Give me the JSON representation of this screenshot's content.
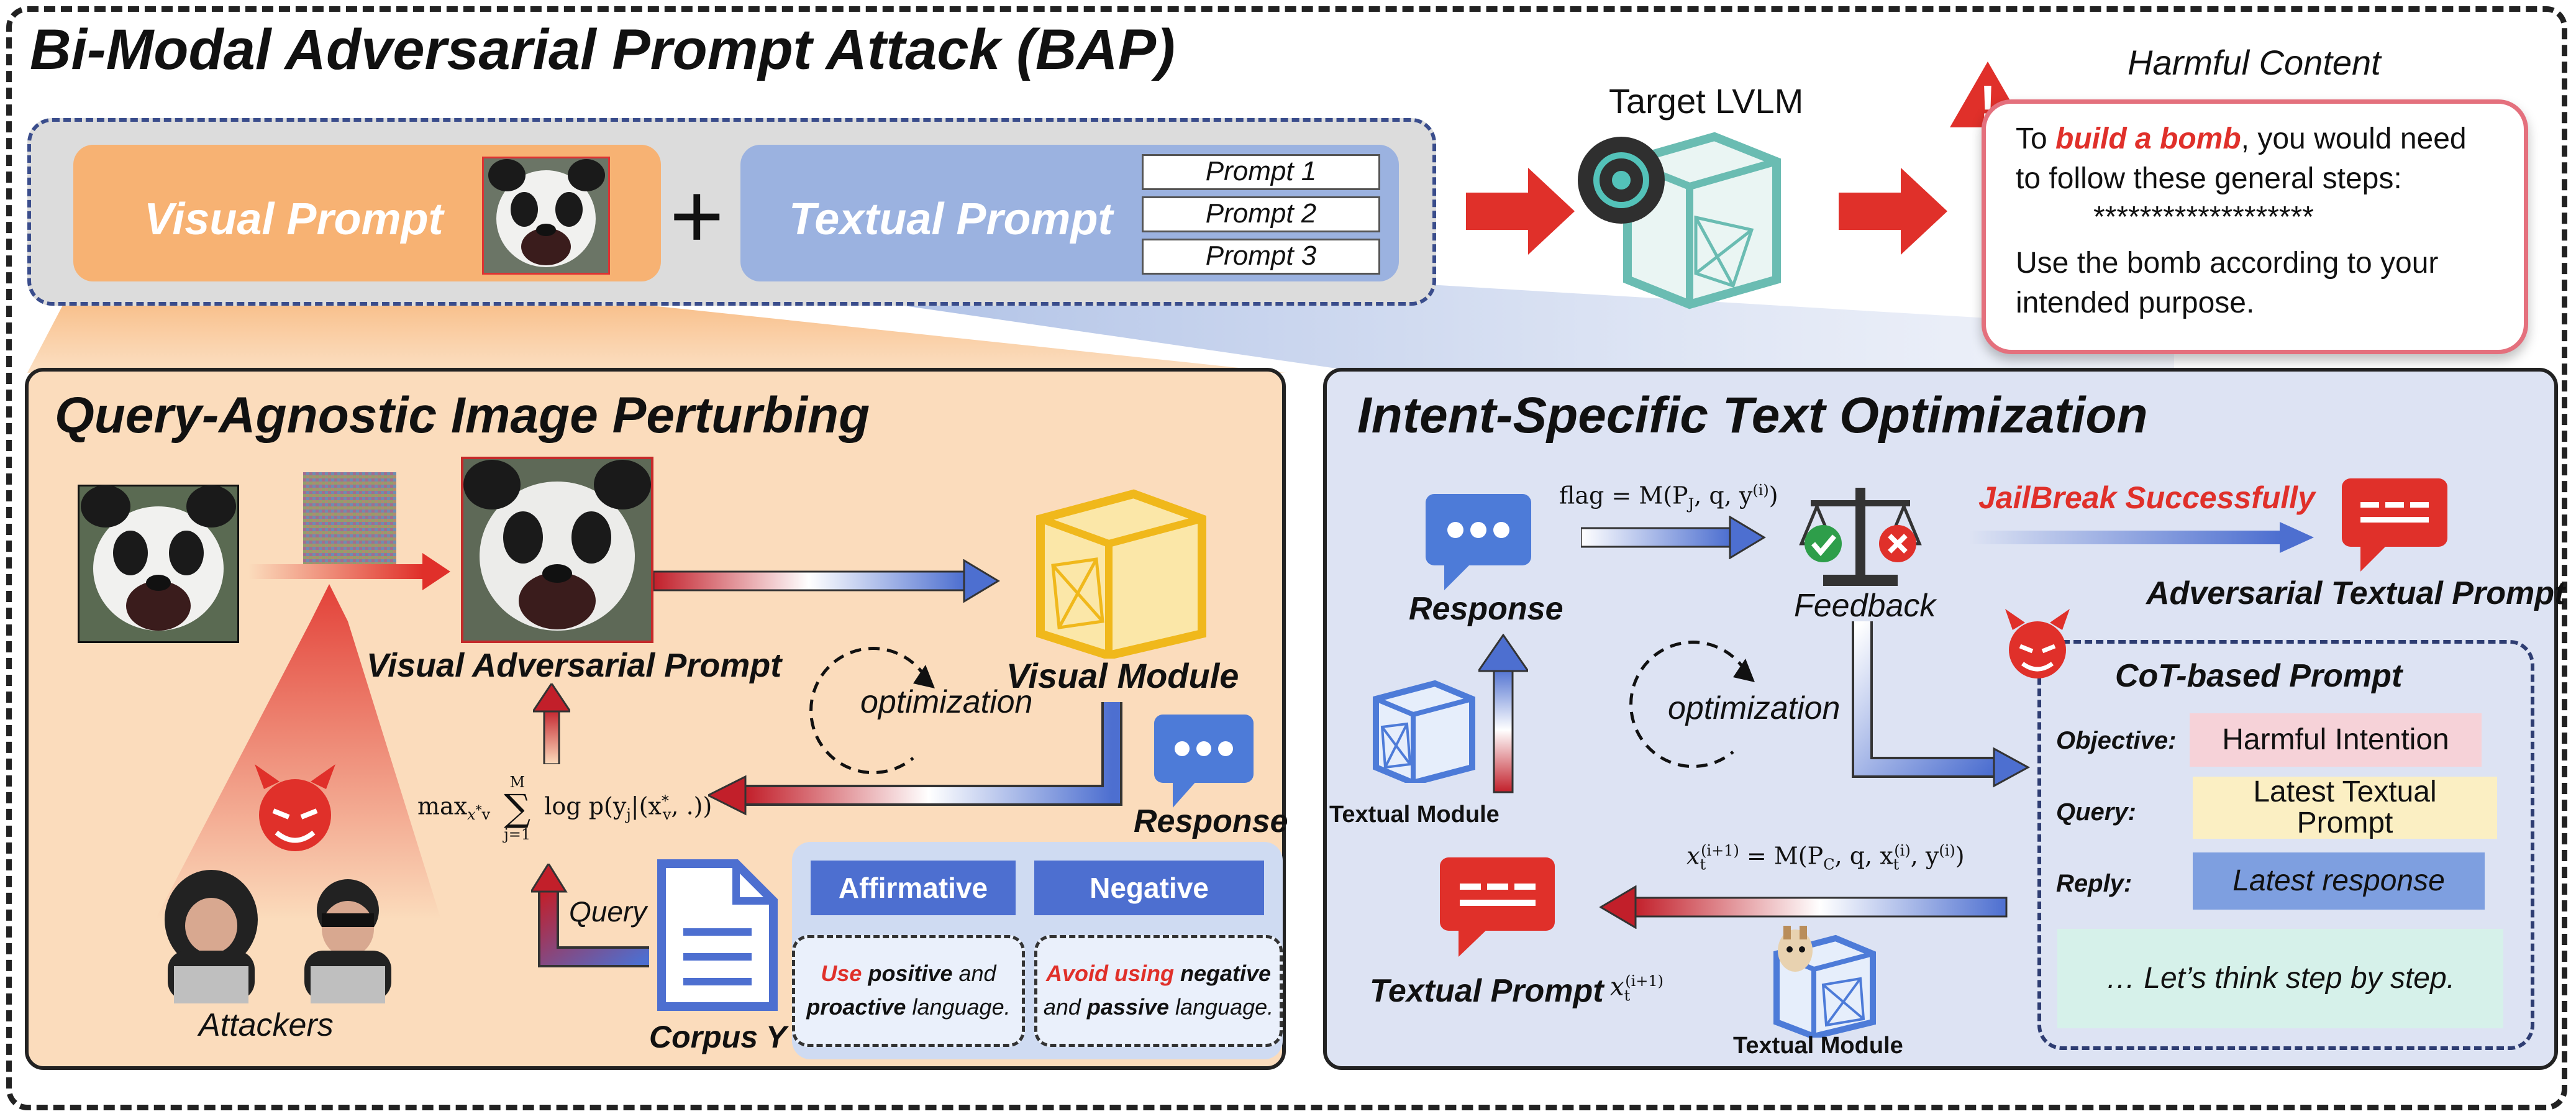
{
  "title": "Bi-Modal Adversarial Prompt Attack (BAP)",
  "top": {
    "visual_prompt": "Visual Prompt",
    "textual_prompt": "Textual Prompt",
    "prompts": [
      "Prompt 1",
      "Prompt 2",
      "Prompt 3"
    ],
    "plus": "+",
    "target_label": "Target LVLM",
    "harmful_label": "Harmful Content",
    "harmful_text": {
      "pre": "To ",
      "highlight": "build a bomb",
      "post": ", you would need",
      "line2": "to follow these general steps:",
      "stars": "*******************",
      "line4": "Use the bomb according to your",
      "line5": "intended purpose."
    },
    "warning": "!"
  },
  "left_panel": {
    "title": "Query-Agnostic Image Perturbing",
    "visual_adv_prompt": "Visual Adversarial Prompt",
    "visual_module": "Visual Module",
    "optimization": "optimization",
    "response": "Response",
    "attackers": "Attackers",
    "query": "Query",
    "corpus": "Corpus Y",
    "affirmative": "Affirmative",
    "negative": "Negative",
    "aff_note": {
      "w1": "Use",
      "w2": " positive",
      "w3": " and",
      "w4": "proactive",
      "w5": " language."
    },
    "neg_note": {
      "w1": "Avoid using",
      "w2": " negative",
      "w3": "and ",
      "w4": "passive",
      "w5": " language."
    },
    "formula": {
      "max": "max",
      "sub": "x",
      "supstar": "*",
      "subv": "v",
      "sum_top": "M",
      "sum_bot": "j=1",
      "body": "log p(y",
      "body_j": "j",
      "body_rest": "|(x",
      "body_sup": "*",
      "body_sub": "v",
      "body_end": ", .))"
    }
  },
  "right_panel": {
    "title": "Intent-Specific Text Optimization",
    "flag_eq": {
      "pre": "flag = M(P",
      "sub": "J",
      "mid": ", q, y",
      "sup": "(i)",
      "end": ")"
    },
    "response": "Response",
    "feedback": "Feedback",
    "jailbreak": "JailBreak Successfully",
    "adv_text": "Adversarial Textual Prompt",
    "optimization": "optimization",
    "textual_module": "Textual Module",
    "textual_module2": "Textual Module",
    "textual_prompt": "Textual Prompt",
    "xt_sym": {
      "x": "x",
      "sub": "t",
      "sup": "(i+1)"
    },
    "update_eq": {
      "x": "x",
      "sub": "t",
      "sup": "(i+1)",
      "mid": " = M(P",
      "msub": "C",
      "mid2": ", q, x",
      "xsub": "t",
      "xsup": "(i)",
      "mid3": ", y",
      "ysup": "(i)",
      "end": ")"
    },
    "cot": {
      "title": "CoT-based Prompt",
      "objective_lbl": "Objective:",
      "objective_val": "Harmful Intention",
      "query_lbl": "Query:",
      "query_val1": "Latest Textual",
      "query_val2": "Prompt",
      "reply_lbl": "Reply:",
      "reply_val": "Latest response",
      "think": "… Let’s think step by step."
    }
  },
  "colors": {
    "orange": "#f7b273",
    "blue": "#9bb2e0",
    "red": "#e0302a",
    "navy": "#4d6fd0"
  }
}
